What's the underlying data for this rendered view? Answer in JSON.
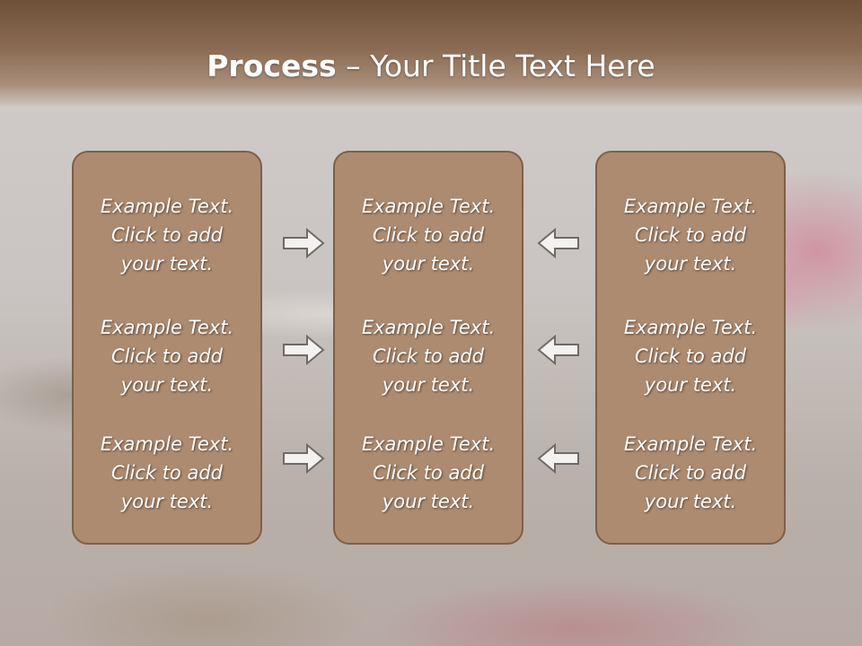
{
  "slide": {
    "title_bold": "Process",
    "title_rest": " – Your Title Text Here"
  },
  "columns": [
    {
      "cells": [
        "Example Text.\nClick  to add\nyour text.",
        "Example Text.\nClick  to add\nyour text.",
        "Example Text.\nClick  to add\nyour text."
      ]
    },
    {
      "cells": [
        "Example Text.\nClick  to add\nyour text.",
        "Example Text.\nClick  to add\nyour text.",
        "Example Text.\nClick  to add\nyour text."
      ]
    },
    {
      "cells": [
        "Example Text.\nClick  to add\nyour text.",
        "Example Text.\nClick  to add\nyour text.",
        "Example Text.\nClick  to add\nyour text."
      ]
    }
  ],
  "arrows": {
    "left_group": "right-arrow-icon",
    "right_group": "left-arrow-icon"
  },
  "colors": {
    "box_fill": "#ac8b71",
    "box_border": "#7e5f47",
    "header": "#7a5c44"
  }
}
